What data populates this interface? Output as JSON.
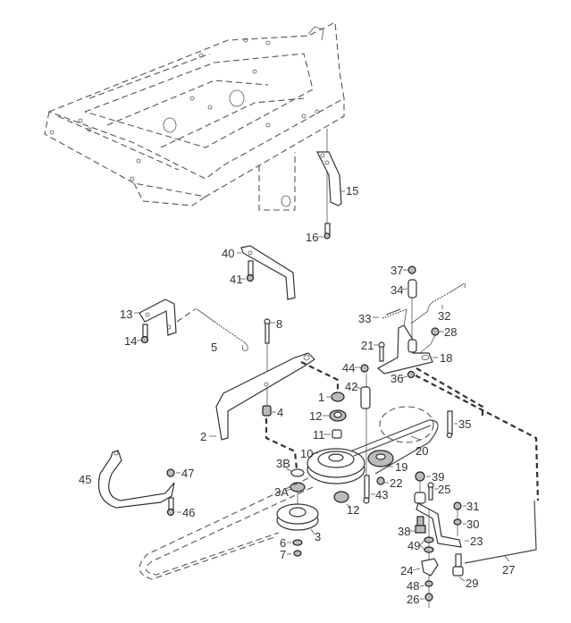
{
  "diagram": {
    "type": "exploded parts diagram",
    "subject": "mower deck drive / belt tensioner assembly",
    "callouts": [
      {
        "id": "frame",
        "label": ""
      },
      {
        "id": "p15",
        "label": "15"
      },
      {
        "id": "p16",
        "label": "16"
      },
      {
        "id": "p40",
        "label": "40"
      },
      {
        "id": "p41",
        "label": "41"
      },
      {
        "id": "p13",
        "label": "13"
      },
      {
        "id": "p14",
        "label": "14"
      },
      {
        "id": "p5",
        "label": "5"
      },
      {
        "id": "p8",
        "label": "8"
      },
      {
        "id": "p37",
        "label": "37"
      },
      {
        "id": "p34",
        "label": "34"
      },
      {
        "id": "p33",
        "label": "33"
      },
      {
        "id": "p32",
        "label": "32"
      },
      {
        "id": "p28",
        "label": "28"
      },
      {
        "id": "p21",
        "label": "21"
      },
      {
        "id": "p18",
        "label": "18"
      },
      {
        "id": "p44",
        "label": "44"
      },
      {
        "id": "p36",
        "label": "36"
      },
      {
        "id": "p42",
        "label": "42"
      },
      {
        "id": "p1",
        "label": "1"
      },
      {
        "id": "p12a",
        "label": "12"
      },
      {
        "id": "p4",
        "label": "4"
      },
      {
        "id": "p11",
        "label": "11"
      },
      {
        "id": "p2",
        "label": "2"
      },
      {
        "id": "p35",
        "label": "35"
      },
      {
        "id": "p20",
        "label": "20"
      },
      {
        "id": "p10",
        "label": "10"
      },
      {
        "id": "p3B",
        "label": "3B"
      },
      {
        "id": "p19",
        "label": "19"
      },
      {
        "id": "p22",
        "label": "22"
      },
      {
        "id": "p39",
        "label": "39"
      },
      {
        "id": "p3A",
        "label": "3A"
      },
      {
        "id": "p25",
        "label": "25"
      },
      {
        "id": "p43",
        "label": "43"
      },
      {
        "id": "p12b",
        "label": "12"
      },
      {
        "id": "p31",
        "label": "31"
      },
      {
        "id": "p30",
        "label": "30"
      },
      {
        "id": "p3",
        "label": "3"
      },
      {
        "id": "p38",
        "label": "38"
      },
      {
        "id": "p49",
        "label": "49"
      },
      {
        "id": "p23",
        "label": "23"
      },
      {
        "id": "p27",
        "label": "27"
      },
      {
        "id": "p6",
        "label": "6"
      },
      {
        "id": "p7",
        "label": "7"
      },
      {
        "id": "p24",
        "label": "24"
      },
      {
        "id": "p29",
        "label": "29"
      },
      {
        "id": "p48",
        "label": "48"
      },
      {
        "id": "p26",
        "label": "26"
      },
      {
        "id": "p45",
        "label": "45"
      },
      {
        "id": "p47",
        "label": "47"
      },
      {
        "id": "p46",
        "label": "46"
      }
    ]
  }
}
